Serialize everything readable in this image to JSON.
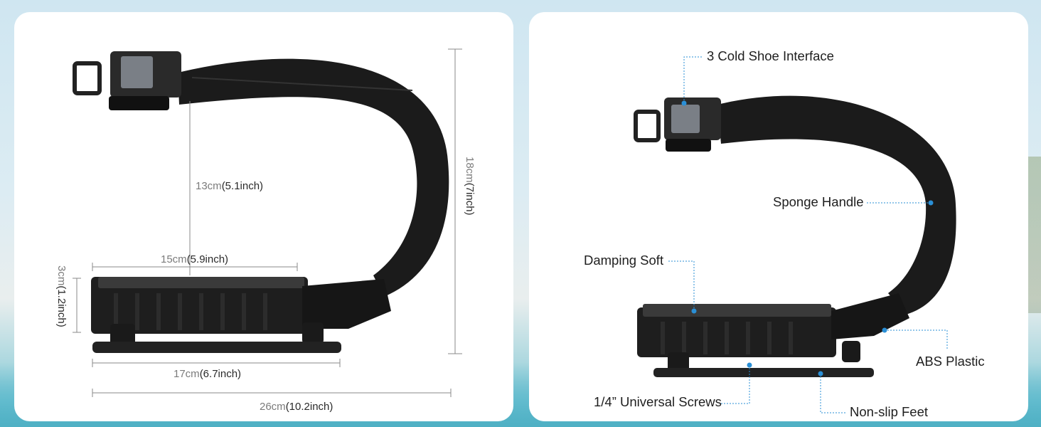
{
  "dimensions": {
    "mount_height": {
      "cm": "13cm",
      "inch": "(5.1inch)"
    },
    "plate_length": {
      "cm": "15cm",
      "inch": "(5.9inch)"
    },
    "base_height": {
      "cm": "3cm",
      "inch": "(1.2inch)"
    },
    "total_height": {
      "cm": "18cm",
      "inch": "(7inch)"
    },
    "base_length": {
      "cm": "17cm",
      "inch": "(6.7inch)"
    },
    "total_length": {
      "cm": "26cm",
      "inch": "(10.2inch)"
    }
  },
  "features": {
    "cold_shoe": "3 Cold Shoe Interface",
    "sponge_handle": "Sponge Handle",
    "damping_soft": "Damping Soft",
    "abs_plastic": "ABS Plastic",
    "universal_screws": "1/4” Universal Screws",
    "non_slip_feet": "Non-slip Feet"
  },
  "colors": {
    "callout_dot": "#2a8fd6",
    "product": "#1b1b1b"
  }
}
